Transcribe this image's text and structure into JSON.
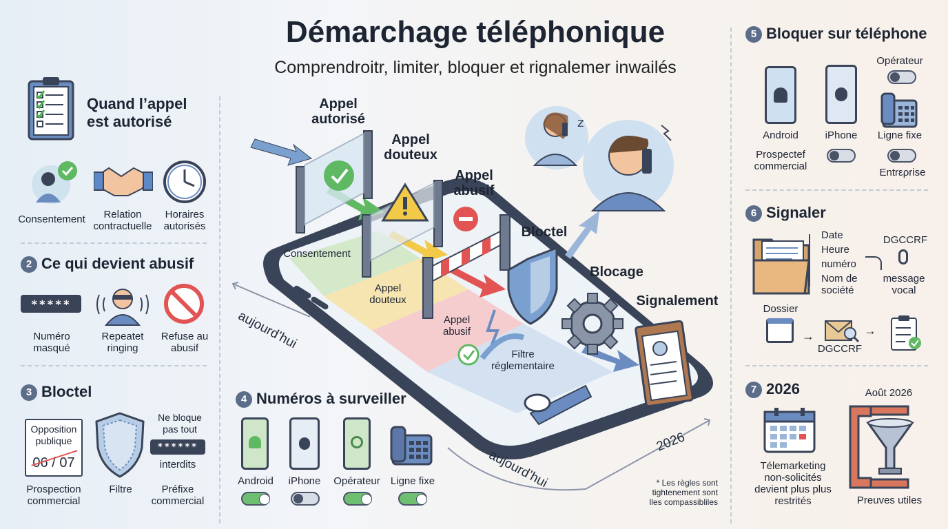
{
  "header": {
    "title": "Démarchage téléphonique",
    "subtitle": "Comprendroitr, limiter, bloquer et rignalemer inwailés"
  },
  "s1": {
    "title": "Quand l’appel est autorisé",
    "items": [
      "Consentement",
      "Relation contractuelle",
      "Horaires autorisés"
    ]
  },
  "s2": {
    "num": "2",
    "title": "Ce qui devient abusif",
    "masked": "*****",
    "items": [
      "Numéro masqué",
      "Repeatet ringing",
      "Refuse au abusif"
    ]
  },
  "s3": {
    "num": "3",
    "title": "Bloctel",
    "opposition": "Opposition publique",
    "date_num": "06 / 07",
    "nebloque": "Ne bloque pas tout",
    "stars": "******",
    "interdits": "interdits",
    "items": [
      "Prospection commercial",
      "Filtre",
      "Préfixe commercial"
    ]
  },
  "s4": {
    "num": "4",
    "title": "Numéros à surveiller",
    "items": [
      "Android",
      "iPhone",
      "Opérateur",
      "Ligne fixe"
    ],
    "toggles": [
      true,
      false,
      true,
      true
    ]
  },
  "center": {
    "appel_autorise": "Appel autorisé",
    "appel_douteux": "Appel douteux",
    "appel_abusif": "Appel abusif",
    "bloctel": "Bloctel",
    "blocage": "Blocage",
    "signalement": "Signalement",
    "lane_consentement": "Consentement",
    "lane_douteux": "Appel douteux",
    "lane_abusif": "Appel abusif",
    "filtre": "Filtre réglementaire",
    "aujourdhui_1": "aujourd’hui",
    "aujourdhui_2": "aujourd’hui",
    "year": "2026",
    "note": "* Les règles sont tightenement sont lles compassibliles"
  },
  "s5": {
    "num": "5",
    "title": "Bloquer sur téléphone",
    "operateur": "Opérateur",
    "android": "Android",
    "iphone": "iPhone",
    "ligne_fixe": "Ligne fixe",
    "prospect": "Prospectef commercial",
    "entreprise": "Entrερrise"
  },
  "s6": {
    "num": "6",
    "title": "Signaler",
    "fields": [
      "Date",
      "Heure",
      "numéro",
      "Nom de société"
    ],
    "dgccrf_top": "DGCCRF",
    "message": "message vocal",
    "dossier": "Dossier",
    "dgccrf_bottom": "DGCCRF"
  },
  "s7": {
    "num": "7",
    "title": "2026",
    "date": "Août 2026",
    "telemarketing": "Télemarketing non-solicités devient plus plus restrités",
    "preuves": "Preuves utiles"
  },
  "colors": {
    "green": "#5fb862",
    "red": "#e25454",
    "yellow": "#f3c948",
    "blue": "#5d88c8",
    "navy": "#3a4458"
  }
}
